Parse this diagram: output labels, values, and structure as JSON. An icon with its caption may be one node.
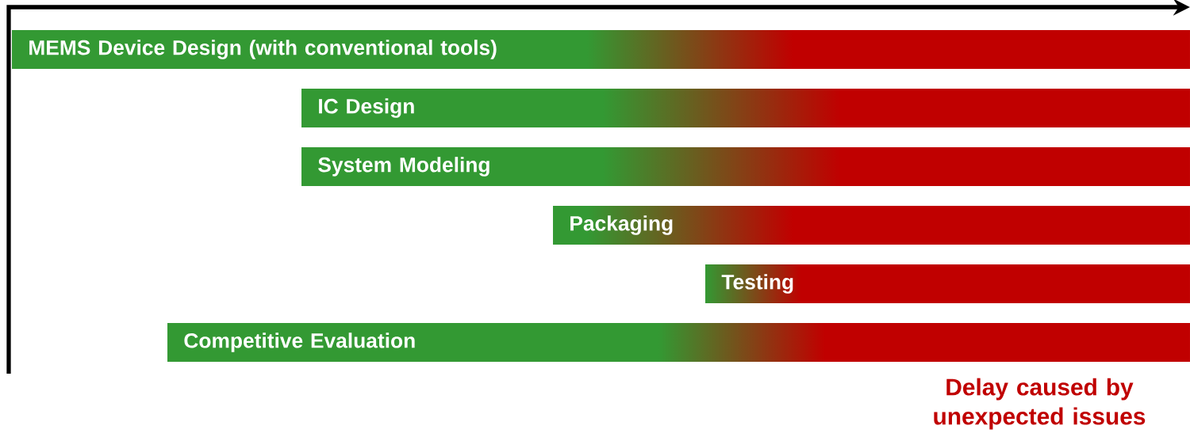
{
  "diagram": {
    "nodes": [
      {
        "text": [
          "MEMS Device Design (with conventional tools)"
        ]
      },
      {
        "text": [
          "IC Design"
        ]
      },
      {
        "text": [
          "System Modeling"
        ]
      },
      {
        "text": [
          "Packaging"
        ]
      },
      {
        "text": [
          "Testing"
        ]
      },
      {
        "text": [
          "Competitive Evaluation"
        ]
      }
    ],
    "labels": [
      "Delay caused by unexpected issues"
    ]
  }
}
